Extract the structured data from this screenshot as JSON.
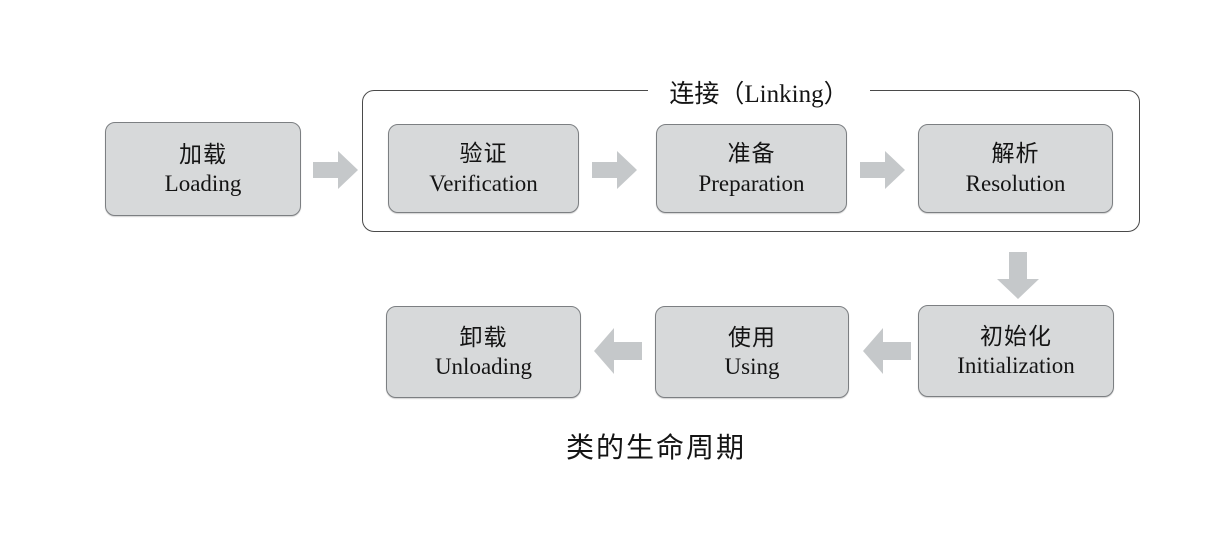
{
  "diagram": {
    "caption": "类的生命周期",
    "colors": {
      "box_fill": "#d7d9da",
      "box_border": "#7c7f82",
      "arrow_fill": "#c5c8ca",
      "group_border": "#4a4a4a",
      "text": "#141414",
      "background": "#ffffff"
    },
    "group": {
      "label": "连接（Linking）"
    },
    "nodes": [
      {
        "id": "loading",
        "cn": "加载",
        "en": "Loading"
      },
      {
        "id": "verification",
        "cn": "验证",
        "en": "Verification"
      },
      {
        "id": "preparation",
        "cn": "准备",
        "en": "Preparation"
      },
      {
        "id": "resolution",
        "cn": "解析",
        "en": "Resolution"
      },
      {
        "id": "initialization",
        "cn": "初始化",
        "en": "Initialization"
      },
      {
        "id": "using",
        "cn": "使用",
        "en": "Using"
      },
      {
        "id": "unloading",
        "cn": "卸载",
        "en": "Unloading"
      }
    ],
    "arrows": [
      {
        "id": "loading-to-verification",
        "direction": "right"
      },
      {
        "id": "verification-to-preparation",
        "direction": "right"
      },
      {
        "id": "preparation-to-resolution",
        "direction": "right"
      },
      {
        "id": "linking-to-initialization",
        "direction": "down"
      },
      {
        "id": "initialization-to-using",
        "direction": "left"
      },
      {
        "id": "using-to-unloading",
        "direction": "left"
      }
    ]
  }
}
